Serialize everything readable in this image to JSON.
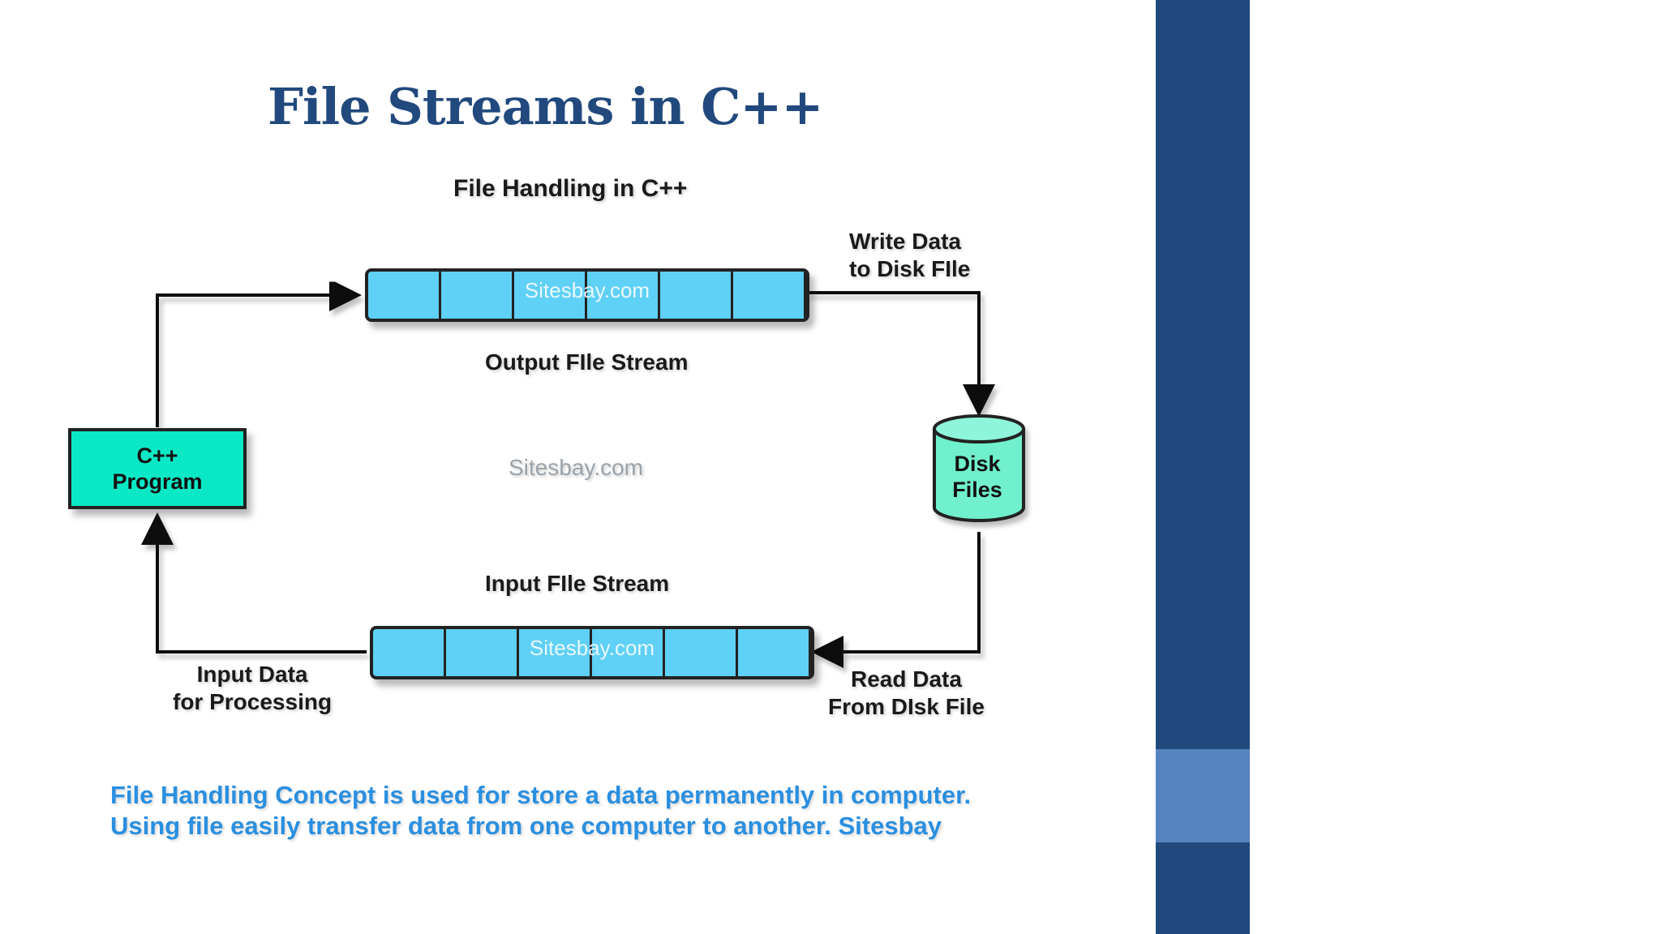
{
  "slide": {
    "title": "File Streams in C++"
  },
  "diagram": {
    "title": "File Handling in C++",
    "output_stream_label": "Output FIle Stream",
    "input_stream_label": "Input FIle Stream",
    "stream_watermark": "Sitesbay.com",
    "center_watermark": "Sitesbay.com",
    "program_box": {
      "line1": "C++",
      "line2": "Program"
    },
    "disk": {
      "line1": "Disk",
      "line2": "Files"
    },
    "write_label": {
      "line1": "Write Data",
      "line2": "to Disk FIle"
    },
    "read_label": {
      "line1": "Read Data",
      "line2": "From DIsk File"
    },
    "input_label": {
      "line1": "Input Data",
      "line2": "for Processing"
    }
  },
  "description": {
    "line1": "File Handling Concept is used for store a data permanently in computer.",
    "line2": "Using file easily transfer data from one computer to another. Sitesbay"
  },
  "colors": {
    "title": "#21497d",
    "band_dark": "#21497d",
    "band_light": "#5583bf",
    "stream_fill": "#5fd0f6",
    "program_fill": "#0be8c6",
    "disk_fill": "#6ff0cc",
    "description": "#2a8fe0"
  }
}
